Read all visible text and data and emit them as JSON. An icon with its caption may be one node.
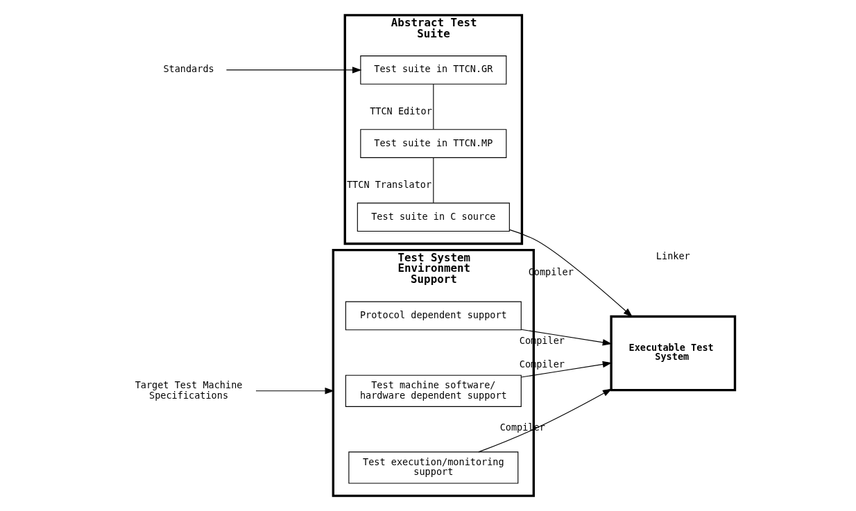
{
  "diagram": {
    "nodes": [
      {
        "text": [
          "Abstract Test Suite"
        ]
      },
      {
        "text": [
          "Test suite in TTCN.GR"
        ],
        "in": 0
      },
      {
        "text": [
          "Test suite in TTCN.MP"
        ],
        "in": 0
      },
      {
        "text": [
          "Test suite in C source"
        ],
        "in": 0
      },
      {
        "text": [
          "Test System Environment Support"
        ]
      },
      {
        "text": [
          "Protocol dependent support"
        ],
        "in": 4
      },
      {
        "text": [
          "Test machine software/ hardware dependent support"
        ],
        "in": 4
      },
      {
        "text": [
          "Test execution/monitoring support"
        ],
        "in": 4
      },
      {
        "text": [
          "Standards"
        ]
      },
      {
        "text": [
          "Target Test Machine Specifications"
        ]
      },
      {
        "text": [
          "Executable Test System"
        ]
      }
    ],
    "edges": [
      {
        "from": 8,
        "to": 1,
        "arrow": "to"
      },
      {
        "from": 1,
        "to": 2,
        "arrow": "none",
        "label": "TTCN Editor"
      },
      {
        "from": 2,
        "to": 3,
        "arrow": "none",
        "label": "TTCN Translator"
      },
      {
        "from": 9,
        "to": 4,
        "arrow": "to"
      },
      {
        "from": 3,
        "to": 10,
        "arrow": "to",
        "label": "Compiler"
      },
      {
        "from": 5,
        "to": 10,
        "arrow": "to",
        "label": "Compiler"
      },
      {
        "from": 6,
        "to": 10,
        "arrow": "to",
        "label": "Compiler"
      },
      {
        "from": 7,
        "to": 10,
        "arrow": "to",
        "label": "Compiler"
      }
    ],
    "labels": [
      "Linker"
    ]
  }
}
